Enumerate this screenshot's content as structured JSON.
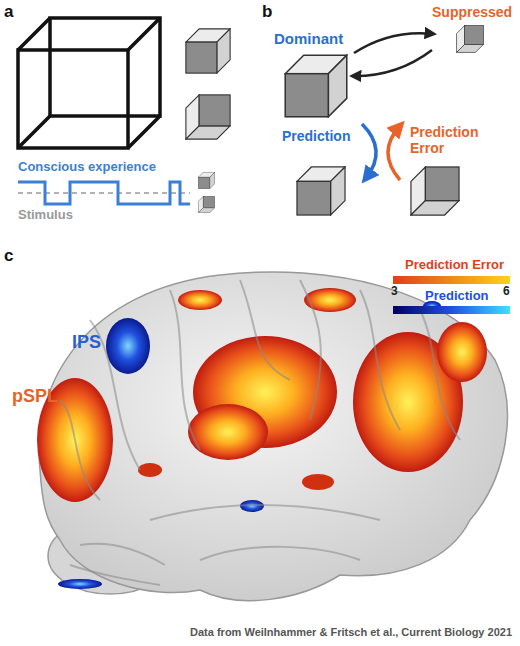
{
  "diagram": {
    "nodes": [
      {
        "text": [
          "Dominant"
        ]
      },
      {
        "text": [
          "Suppressed"
        ]
      }
    ],
    "edges": [
      {
        "from": 0,
        "to": 1,
        "arrow": "to"
      },
      {
        "from": 1,
        "to": 0,
        "arrow": "to"
      }
    ],
    "labels": [
      "a",
      "b",
      "c",
      "Conscious experience",
      "Stimulus",
      "Prediction",
      "Prediction Error",
      "IPS",
      "pSPL",
      "3",
      "6",
      "Data from Weilnhammer & Fritsch et al., Current Biology 2021"
    ],
    "legend": [
      {
        "text": "Prediction Error",
        "color": "#e0401a"
      },
      {
        "text": "Prediction",
        "color": "#2050e0"
      }
    ]
  }
}
